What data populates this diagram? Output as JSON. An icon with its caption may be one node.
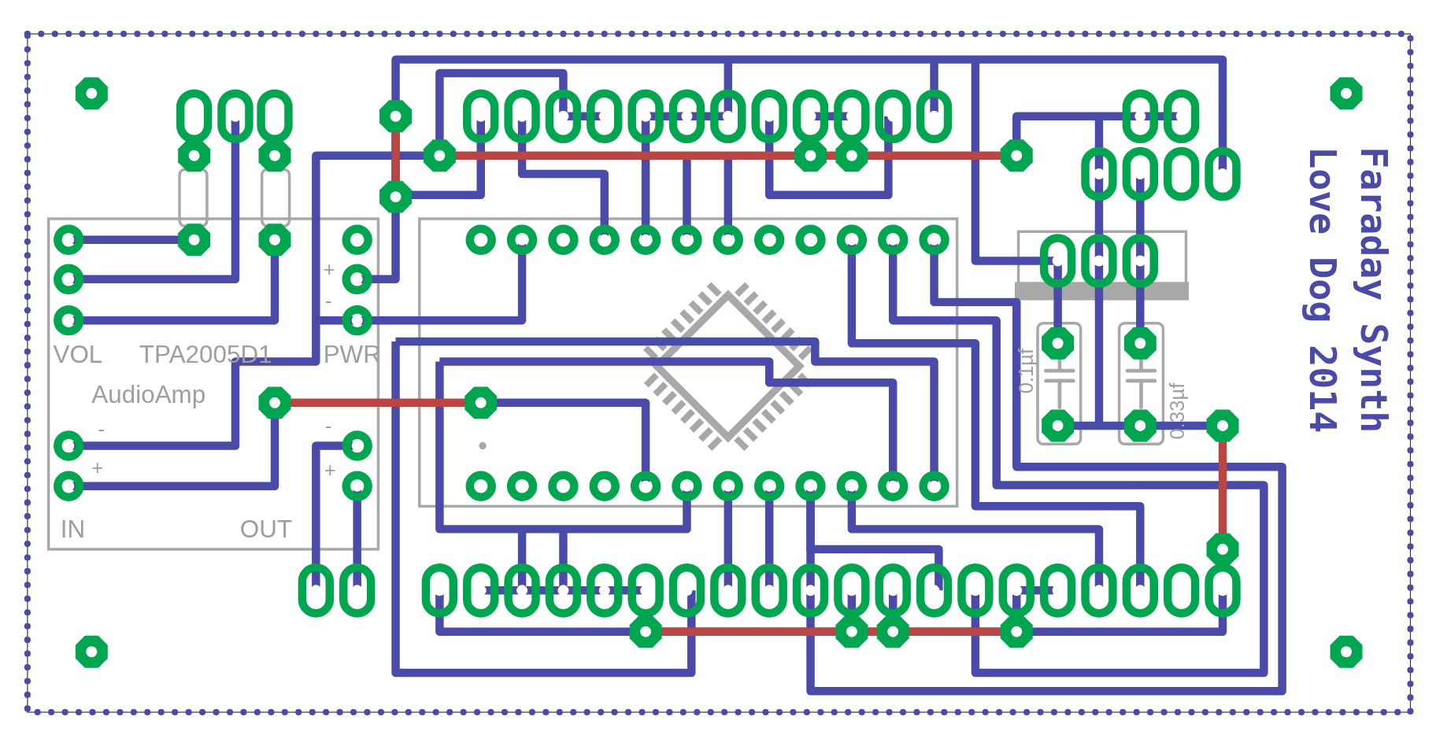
{
  "diagram": {
    "labels": [
      "Love Dog 2014",
      "Faraday Synth",
      "VOL",
      "TPA2005D1",
      "PWR",
      "+",
      "-",
      "AudioAmp",
      "-",
      "+",
      "-",
      "+",
      "IN",
      "OUT",
      "0.1µf",
      "0.33µf"
    ]
  }
}
